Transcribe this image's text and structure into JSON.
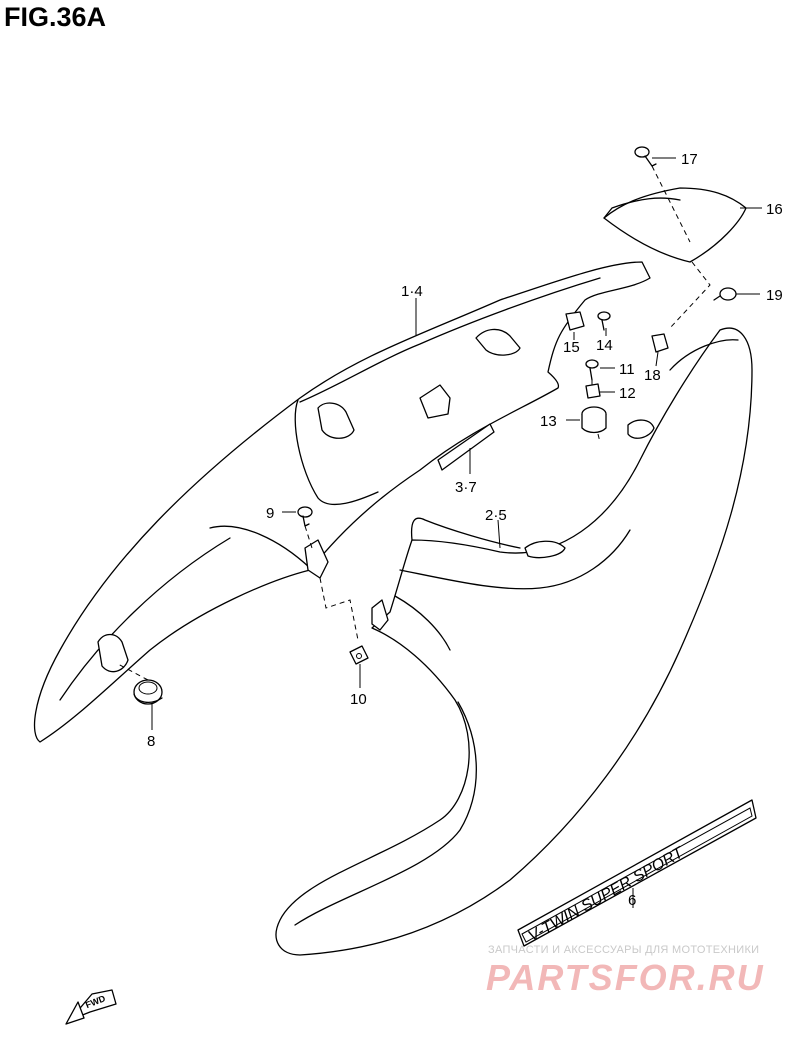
{
  "figure": {
    "title": "FIG.36A"
  },
  "parts": [
    {
      "id": "p1_4",
      "label": "1·4"
    },
    {
      "id": "p2_5",
      "label": "2·5"
    },
    {
      "id": "p3_7",
      "label": "3·7"
    },
    {
      "id": "p6",
      "label": "6"
    },
    {
      "id": "p8",
      "label": "8"
    },
    {
      "id": "p9",
      "label": "9"
    },
    {
      "id": "p10",
      "label": "10"
    },
    {
      "id": "p11",
      "label": "11"
    },
    {
      "id": "p12",
      "label": "12"
    },
    {
      "id": "p13",
      "label": "13"
    },
    {
      "id": "p14",
      "label": "14"
    },
    {
      "id": "p15",
      "label": "15"
    },
    {
      "id": "p16",
      "label": "16"
    },
    {
      "id": "p17",
      "label": "17"
    },
    {
      "id": "p18",
      "label": "18"
    },
    {
      "id": "p19",
      "label": "19"
    }
  ],
  "decal": {
    "text": "V-TWIN SUPER SPORT"
  },
  "fwd_arrow": {
    "text": "FWD"
  },
  "watermark": {
    "line1": "ЗАПЧАСТИ И АКСЕССУАРЫ ДЛЯ МОТОТЕХНИКИ",
    "line2": "PARTSFOR.RU",
    "color": "#f2b8b8"
  }
}
